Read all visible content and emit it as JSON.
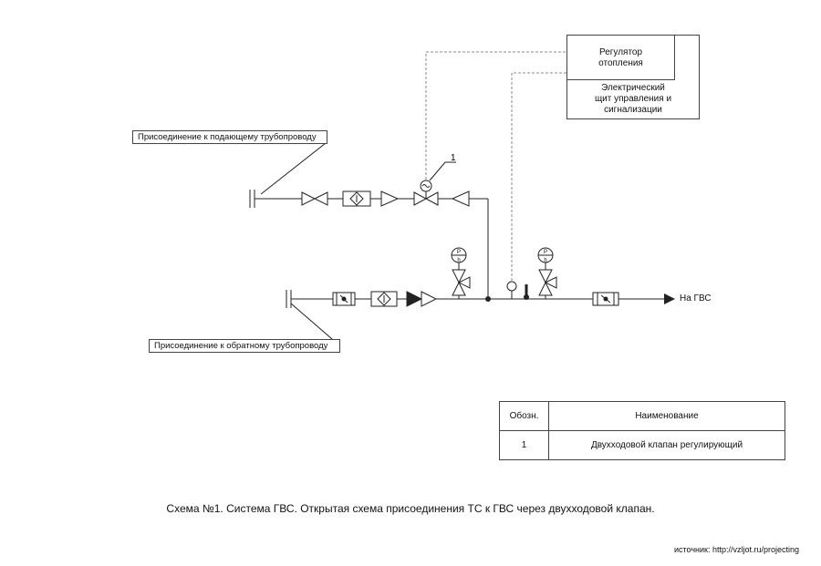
{
  "diagram": {
    "controller": {
      "regulator_line1": "Регулятор",
      "regulator_line2": "отопления",
      "panel_line1": "Электрический",
      "panel_line2": "щит управления и",
      "panel_line3": "сигнализации"
    },
    "supply_label": "Присоединение к подающему трубопроводу",
    "return_label": "Присоединение к обратному трубопроводу",
    "output_label": "На ГВС",
    "callout_number": "1",
    "gauge_symbol_top": "P",
    "gauge_symbol_bottom": "h"
  },
  "legend": {
    "header_code": "Обозн.",
    "header_name": "Наименование",
    "rows": [
      {
        "code": "1",
        "name": "Двухходовой клапан регулирующий"
      }
    ]
  },
  "caption": "Схема №1. Система ГВС. Открытая схема присоединения ТС к ГВС через двухходовой клапан.",
  "source": "источник: http://vzljot.ru/projecting",
  "colors": {
    "line": "#222222",
    "dashed": "#888888",
    "border": "#444444"
  }
}
